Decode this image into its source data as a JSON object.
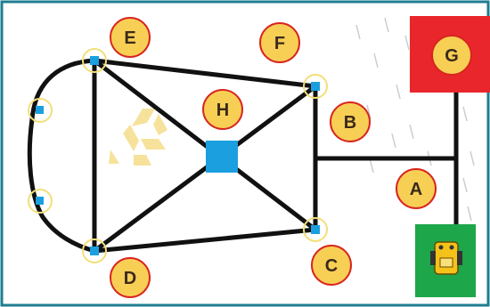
{
  "labels": {
    "a": "A",
    "b": "B",
    "c": "C",
    "d": "D",
    "e": "E",
    "f": "F",
    "g": "G",
    "h": "H"
  },
  "colors": {
    "frame": "#1e7d8f",
    "track": "#111111",
    "marker": "#1b9fdf",
    "ring": "#f2df7a",
    "label_fill": "#f8cf55",
    "label_stroke": "#d8251f",
    "start_zone": "#1ea64a",
    "end_zone": "#e8262b",
    "robot": "#f5c21a",
    "recycle": "#f6dd8a"
  },
  "icons": {
    "center_logo": "recycle-icon",
    "robot": "robot-icon"
  }
}
